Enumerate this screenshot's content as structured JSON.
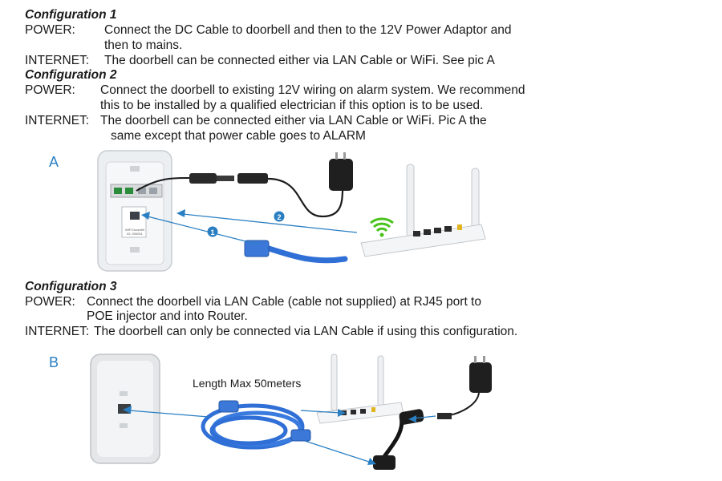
{
  "config1": {
    "heading": "Configuration 1",
    "power_label": "POWER:",
    "power_line1": "Connect the DC Cable to doorbell and then to the 12V Power Adaptor and",
    "power_line2": "then to mains.",
    "internet_label": "INTERNET:",
    "internet_line1": "The doorbell can be connected either via LAN Cable or WiFi. See pic A"
  },
  "config2": {
    "heading": "Configuration 2",
    "power_label": "POWER:",
    "power_line1": "Connect the doorbell to existing 12V wiring on alarm system. We recommend",
    "power_line2": "this to be installed by a qualified electrician if this option is to be used.",
    "internet_label": "INTERNET:",
    "internet_line1": "The doorbell can be connected either via LAN Cable or WiFi.  Pic A the",
    "internet_line2": "same except that power cable goes to ALARM"
  },
  "config3": {
    "heading": "Configuration 3",
    "power_label": "POWER:",
    "power_line1": "Connect the doorbell via LAN Cable (cable not supplied) at RJ45 port to",
    "power_line2": "POE injector and into Router.",
    "internet_label": "INTERNET:",
    "internet_line1": "The doorbell can only be connected via LAN Cable if using this configuration."
  },
  "figure_a": {
    "letter": "A",
    "step1": "1",
    "step2": "2",
    "doorbell_sticker_line1": "WiFi Doorbell",
    "doorbell_sticker_line2": "ID: 000001"
  },
  "figure_b": {
    "letter": "B",
    "cable_caption": "Length Max 50meters"
  },
  "colors": {
    "accent": "#2a7fc3",
    "lan_cable": "#2f6fd6",
    "wifi": "#49c31c"
  }
}
